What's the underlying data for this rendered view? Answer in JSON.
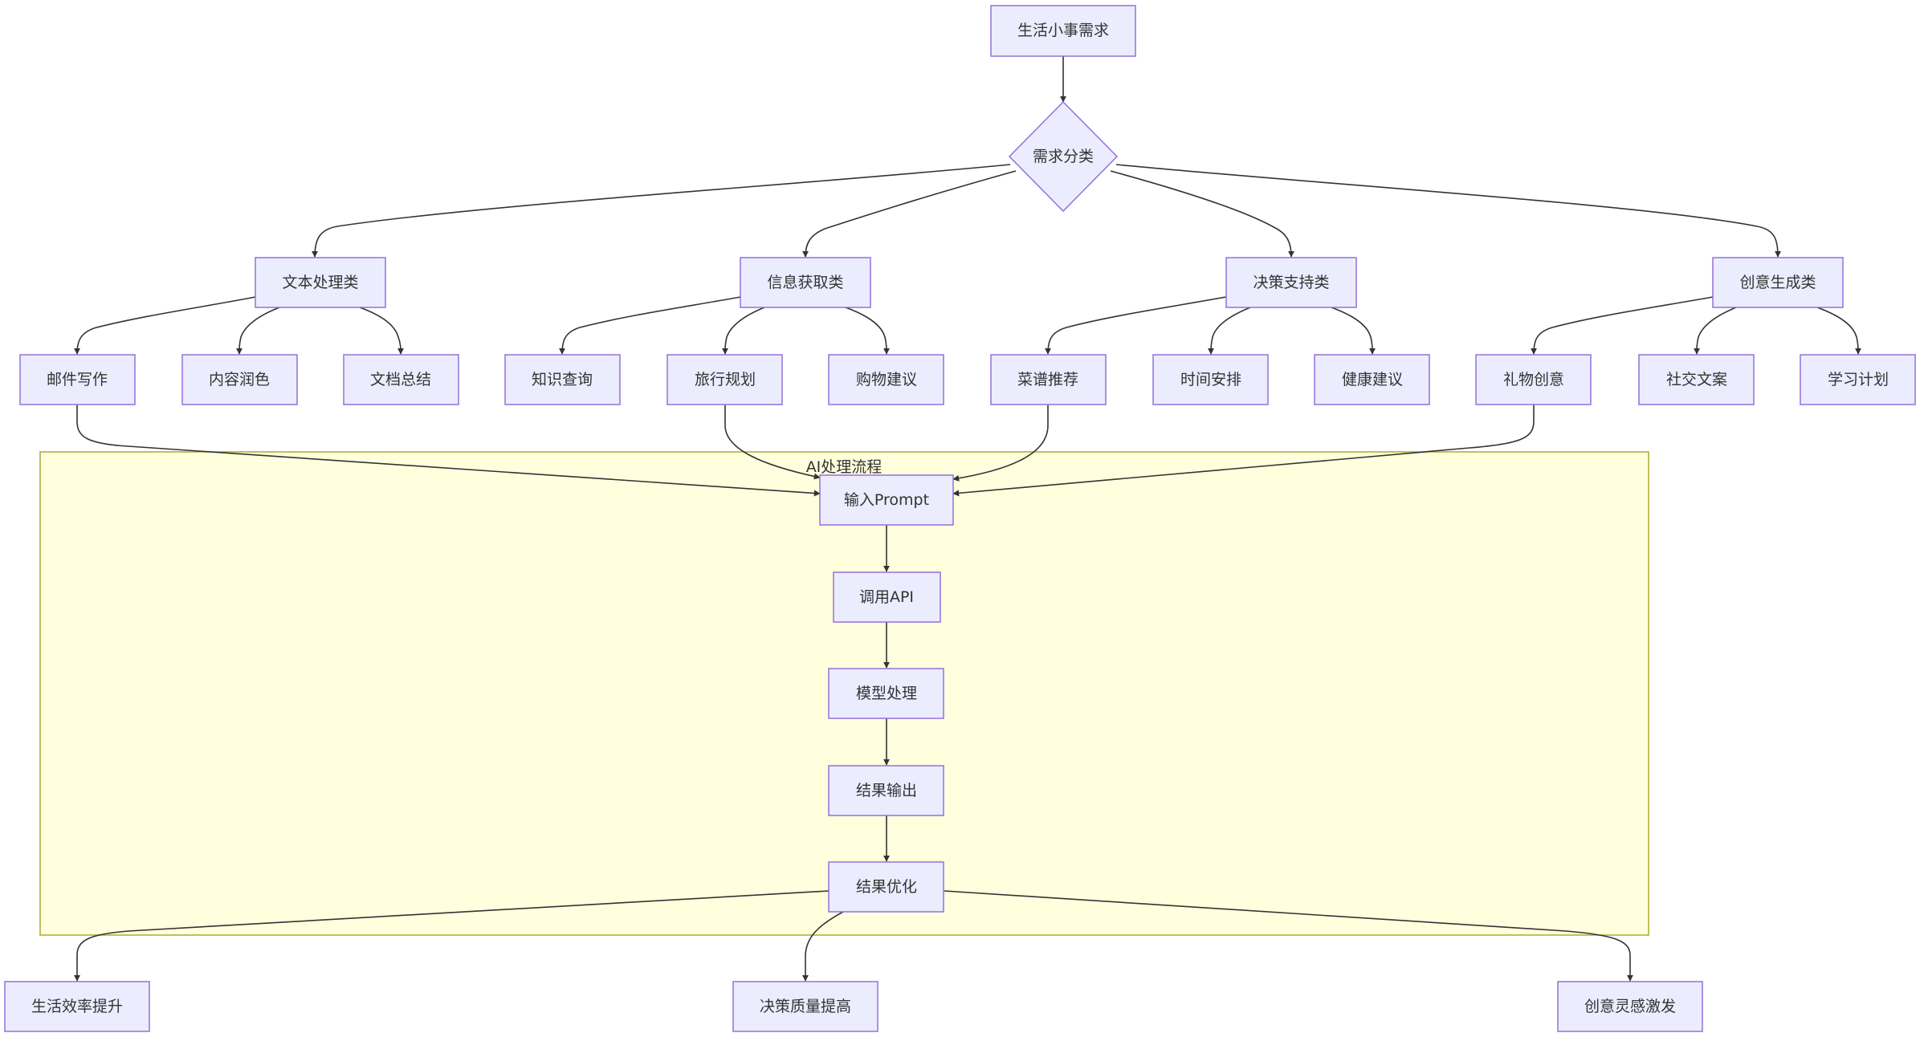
{
  "diagram": {
    "cluster": {
      "label": "AI处理流程"
    },
    "nodes": {
      "start": "生活小事需求",
      "classify": "需求分类",
      "text_cat": "文本处理类",
      "info_cat": "信息获取类",
      "decision_cat": "决策支持类",
      "creative_cat": "创意生成类",
      "email": "邮件写作",
      "polish": "内容润色",
      "summary": "文档总结",
      "knowledge": "知识查询",
      "travel": "旅行规划",
      "shopping": "购物建议",
      "recipe": "菜谱推荐",
      "schedule": "时间安排",
      "health": "健康建议",
      "gift": "礼物创意",
      "social": "社交文案",
      "study": "学习计划",
      "prompt": "输入Prompt",
      "api": "调用API",
      "model": "模型处理",
      "output": "结果输出",
      "optimize": "结果优化",
      "efficiency": "生活效率提升",
      "quality": "决策质量提高",
      "inspiration": "创意灵感激发"
    },
    "edges": [
      [
        "start",
        "classify"
      ],
      [
        "classify",
        "text_cat"
      ],
      [
        "classify",
        "info_cat"
      ],
      [
        "classify",
        "decision_cat"
      ],
      [
        "classify",
        "creative_cat"
      ],
      [
        "text_cat",
        "email"
      ],
      [
        "text_cat",
        "polish"
      ],
      [
        "text_cat",
        "summary"
      ],
      [
        "info_cat",
        "knowledge"
      ],
      [
        "info_cat",
        "travel"
      ],
      [
        "info_cat",
        "shopping"
      ],
      [
        "decision_cat",
        "recipe"
      ],
      [
        "decision_cat",
        "schedule"
      ],
      [
        "decision_cat",
        "health"
      ],
      [
        "creative_cat",
        "gift"
      ],
      [
        "creative_cat",
        "social"
      ],
      [
        "creative_cat",
        "study"
      ],
      [
        "email",
        "prompt"
      ],
      [
        "travel",
        "prompt"
      ],
      [
        "recipe",
        "prompt"
      ],
      [
        "gift",
        "prompt"
      ],
      [
        "prompt",
        "api"
      ],
      [
        "api",
        "model"
      ],
      [
        "model",
        "output"
      ],
      [
        "output",
        "optimize"
      ],
      [
        "optimize",
        "efficiency"
      ],
      [
        "optimize",
        "quality"
      ],
      [
        "optimize",
        "inspiration"
      ]
    ]
  }
}
